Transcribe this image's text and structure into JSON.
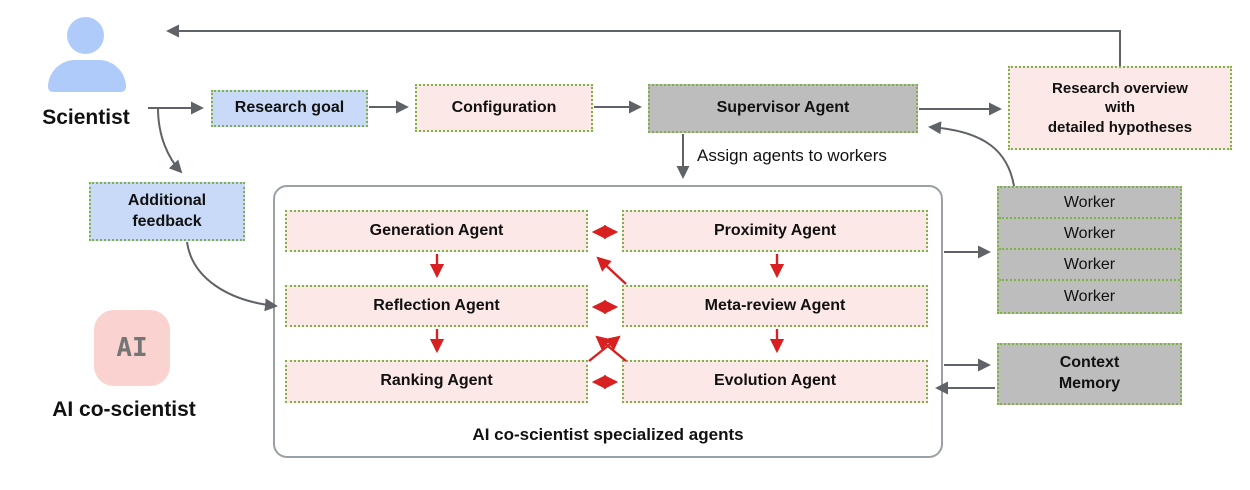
{
  "scientist": {
    "label": "Scientist"
  },
  "ai": {
    "icon_text": "AI",
    "label": "AI co-scientist"
  },
  "flow": {
    "research_goal": "Research goal",
    "configuration": "Configuration",
    "supervisor_agent": "Supervisor Agent",
    "assign_label": "Assign agents to workers",
    "research_overview_lines": [
      "Research overview",
      "with",
      "detailed hypotheses"
    ],
    "additional_feedback_lines": [
      "Additional",
      "feedback"
    ]
  },
  "agents_box": {
    "caption": "AI co-scientist specialized agents",
    "agents": [
      {
        "label": "Generation Agent"
      },
      {
        "label": "Proximity Agent"
      },
      {
        "label": "Reflection Agent"
      },
      {
        "label": "Meta-review Agent"
      },
      {
        "label": "Ranking Agent"
      },
      {
        "label": "Evolution Agent"
      }
    ]
  },
  "workers": [
    "Worker",
    "Worker",
    "Worker",
    "Worker"
  ],
  "context_memory_lines": [
    "Context",
    "Memory"
  ],
  "colors": {
    "blue_fill": "#c9daf8",
    "pink_fill": "#fce8e6",
    "gray_fill": "#bdbdbd",
    "border_dot_green": "#7cb342",
    "container_border_gray": "#9aa0a6",
    "arrow_gray": "#5f6368",
    "arrow_red": "#d7201f",
    "ai_icon_pink": "#fad2cf",
    "person_icon_blue": "#aecbfa"
  }
}
